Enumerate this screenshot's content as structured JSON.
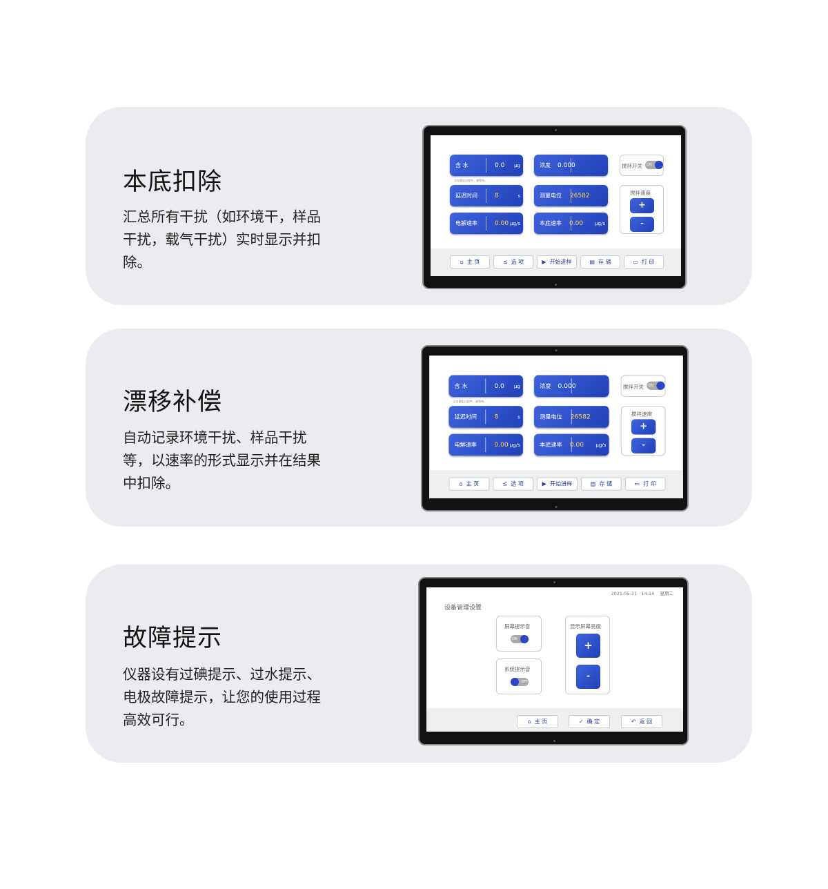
{
  "sections": [
    {
      "title": "本底扣除",
      "desc": "汇总所有干扰（如环境干，样品干扰，载气干扰）实时显示并扣除。"
    },
    {
      "title": "漂移补偿",
      "desc": "自动记录环境干扰、样品干扰等，以速率的形式显示并在结果中扣除。"
    },
    {
      "title": "故障提示",
      "desc": "仪器设有过碘提示、过水提示、电极故障提示，让您的使用过程高效可行。"
    }
  ],
  "dashboard": {
    "water": {
      "label": "含 水",
      "value": "0.0",
      "unit": "μg"
    },
    "concentration": {
      "label": "浓度",
      "value": "0.000"
    },
    "status_text": "正在稳定过程中，请等待。",
    "delay": {
      "label": "延迟时间",
      "value": "8",
      "unit": "s"
    },
    "potential": {
      "label": "测量电位",
      "value": "26582"
    },
    "electrolysis_rate": {
      "label": "电解速率",
      "value": "0.00",
      "unit": "μg/s"
    },
    "background_rate": {
      "label": "本底速率",
      "value": "0.00",
      "unit": "μg/s"
    },
    "stir_switch": {
      "label": "搅拌开关",
      "state": "ON"
    },
    "stir_speed": {
      "label": "搅拌速度",
      "plus": "+",
      "minus": "-"
    },
    "buttons": [
      "主 页",
      "选 项",
      "开始进样",
      "存 储",
      "打 印"
    ],
    "accent": "#2a48c4",
    "value_color": "#ffd84a"
  },
  "settings": {
    "datetime": "2021-05-21   14:14    星期二",
    "title": "设备管理设置",
    "screen_sound": {
      "label": "屏幕提示音",
      "state": "ON"
    },
    "system_sound": {
      "label": "系统提示音",
      "state": "OFF"
    },
    "brightness": {
      "label": "显示屏幕亮度",
      "plus": "+",
      "minus": "-"
    },
    "buttons": [
      "主 页",
      "确 定",
      "返 回"
    ]
  }
}
